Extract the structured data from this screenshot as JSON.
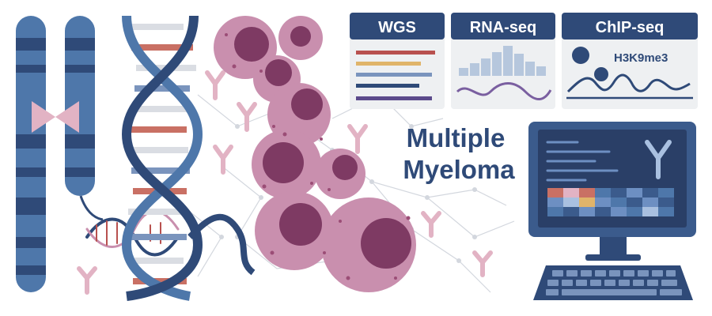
{
  "panels": [
    {
      "label": "WGS"
    },
    {
      "label": "RNA-seq"
    },
    {
      "label": "ChIP-seq",
      "mark_label": "H3K9me3"
    }
  ],
  "title": {
    "line1": "Multiple",
    "line2": "Myeloma"
  },
  "colors": {
    "navy": "#2f4a78",
    "blue": "#4e77aa",
    "pink": "#c98fae",
    "cell": "#b76d93",
    "nucleus": "#7e3a63",
    "panel_bg": "#eef0f2"
  },
  "icons": [
    "chromosome-icon",
    "dna-helix-icon",
    "myeloma-cell-icon",
    "antibody-icon",
    "computer-monitor-icon",
    "keyboard-icon"
  ]
}
